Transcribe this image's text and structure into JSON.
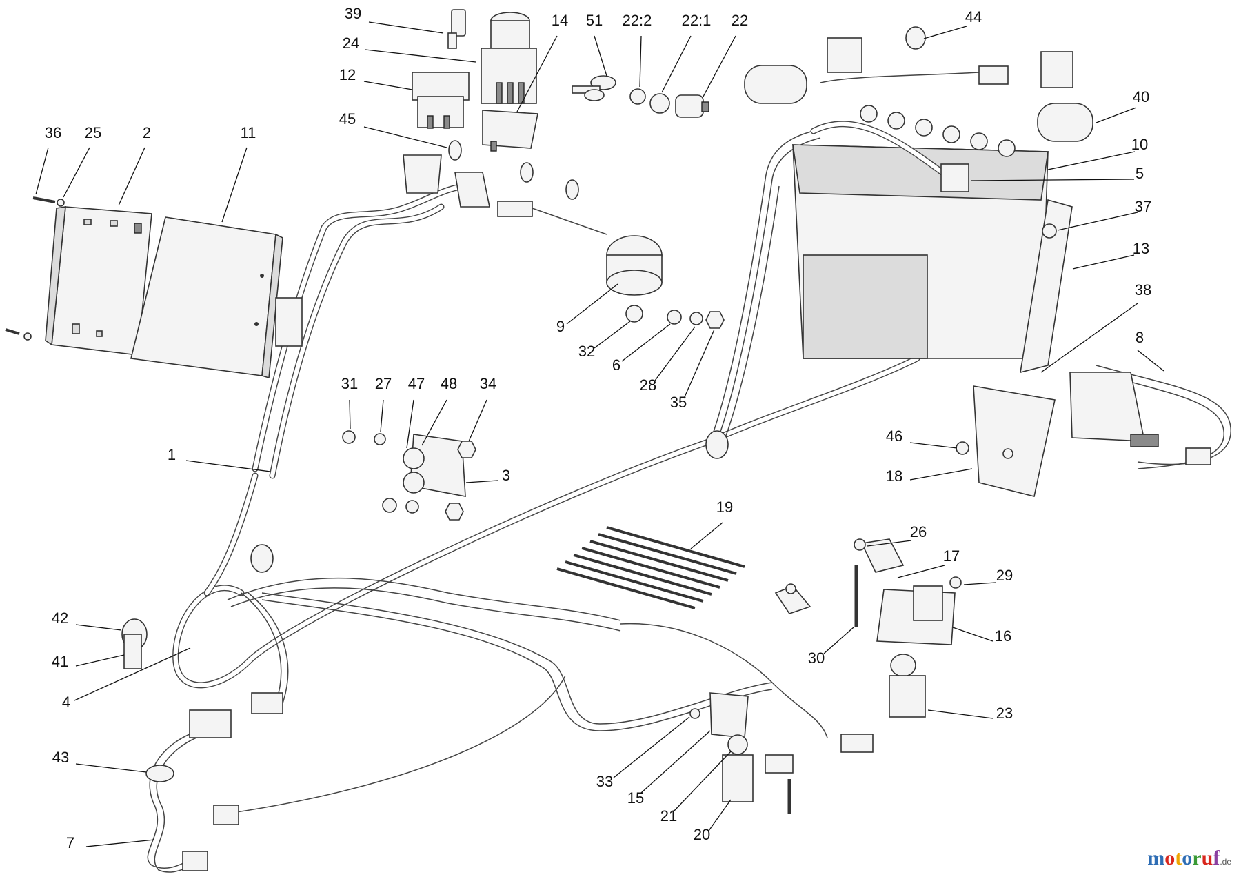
{
  "diagram": {
    "colors": {
      "line": "#333333",
      "fill": "#f4f4f4",
      "shade": "#dcdcdc",
      "dark": "#8a8a8a"
    },
    "callouts": [
      "39",
      "24",
      "14",
      "51",
      "22:2",
      "22:1",
      "22",
      "44",
      "12",
      "40",
      "10",
      "5",
      "45",
      "36",
      "25",
      "2",
      "11",
      "37",
      "13",
      "9",
      "38",
      "32",
      "6",
      "28",
      "35",
      "8",
      "31",
      "27",
      "47",
      "48",
      "34",
      "3",
      "46",
      "18",
      "1",
      "19",
      "26",
      "17",
      "29",
      "42",
      "41",
      "16",
      "30",
      "4",
      "23",
      "43",
      "33",
      "15",
      "21",
      "20",
      "7"
    ]
  },
  "brand": {
    "word": "motoruf",
    "suffix": ".de",
    "letter_colors": [
      "#2e6db4",
      "#d9261c",
      "#f0a500",
      "#2e6db4",
      "#3a9a35",
      "#d9261c",
      "#8b3fa0"
    ]
  }
}
